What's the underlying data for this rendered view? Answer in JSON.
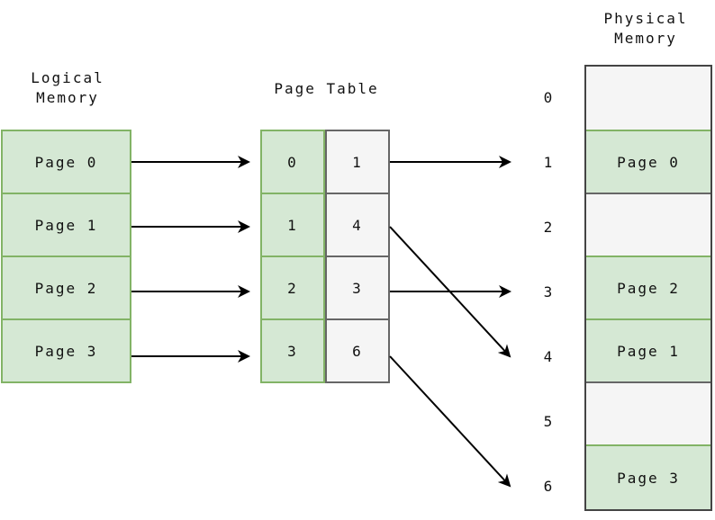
{
  "diagram": {
    "logical_memory": {
      "title": "Logical\nMemory",
      "pages": [
        "Page 0",
        "Page 1",
        "Page 2",
        "Page 3"
      ]
    },
    "page_table": {
      "title": "Page Table",
      "rows": [
        {
          "page": "0",
          "frame": "1"
        },
        {
          "page": "1",
          "frame": "4"
        },
        {
          "page": "2",
          "frame": "3"
        },
        {
          "page": "3",
          "frame": "6"
        }
      ]
    },
    "physical_memory": {
      "title": "Physical\nMemory",
      "frames": [
        {
          "index": "0",
          "label": "",
          "filled": false
        },
        {
          "index": "1",
          "label": "Page 0",
          "filled": true
        },
        {
          "index": "2",
          "label": "",
          "filled": false
        },
        {
          "index": "3",
          "label": "Page 2",
          "filled": true
        },
        {
          "index": "4",
          "label": "Page 1",
          "filled": true
        },
        {
          "index": "5",
          "label": "",
          "filled": false
        },
        {
          "index": "6",
          "label": "Page 3",
          "filled": true
        }
      ]
    },
    "colors": {
      "green_fill": "#d5e8d4",
      "green_border": "#82b366",
      "gray_fill": "#f5f5f5",
      "gray_border": "#666666",
      "arrow": "#000000"
    }
  }
}
